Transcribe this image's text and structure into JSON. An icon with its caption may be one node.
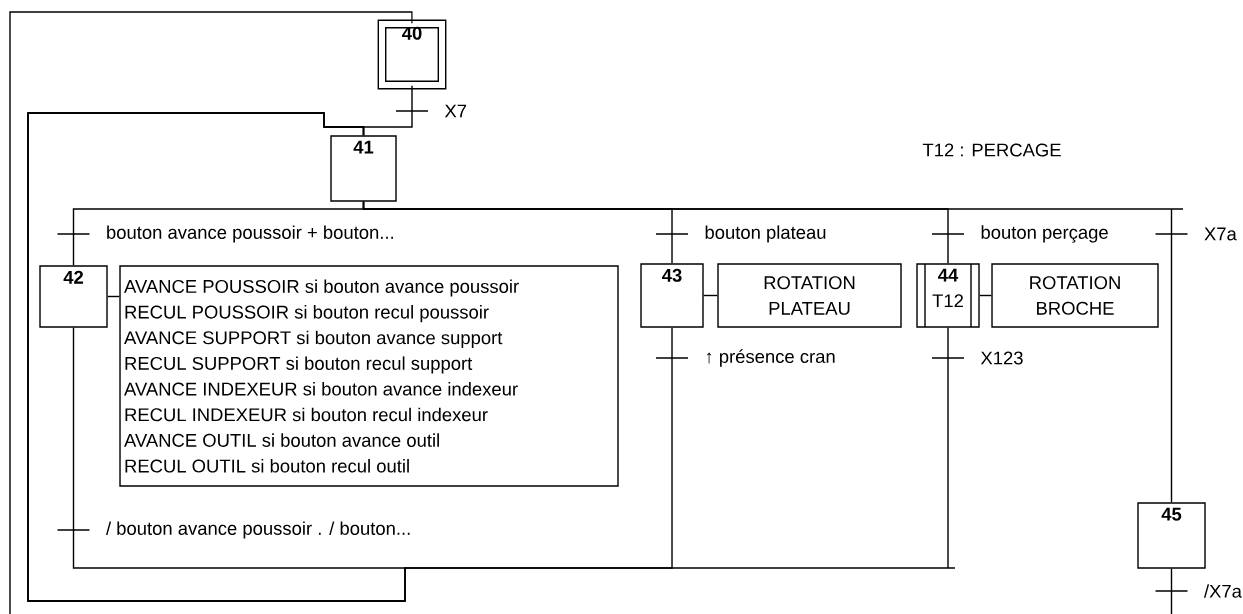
{
  "diagram": {
    "nodes": [
      {
        "text": [
          "40"
        ]
      },
      {
        "text": [
          "41"
        ]
      },
      {
        "text": [
          "42"
        ]
      },
      {
        "text": [
          "AVANCE POUSSOIR si bouton avance poussoir",
          "RECUL POUSSOIR si bouton recul poussoir",
          "AVANCE SUPPORT si bouton avance support",
          "RECUL SUPPORT si bouton recul support",
          "AVANCE INDEXEUR si bouton avance indexeur",
          "RECUL INDEXEUR si bouton recul indexeur",
          "AVANCE OUTIL si bouton avance outil",
          "RECUL OUTIL si bouton recul outil"
        ]
      },
      {
        "text": [
          "43"
        ]
      },
      {
        "text": [
          "ROTATION PLATEAU"
        ]
      },
      {
        "text": [
          "44",
          "T12"
        ]
      },
      {
        "text": [
          "ROTATION BROCHE"
        ]
      },
      {
        "text": [
          "45"
        ]
      }
    ],
    "edges": [
      {
        "from": null,
        "to": 0,
        "arrow": "none"
      },
      {
        "from": 0,
        "to": 1,
        "arrow": "none",
        "label": "X7"
      },
      {
        "from": 1,
        "to": 2,
        "arrow": "none",
        "label": "bouton avance poussoir + bouton..."
      },
      {
        "from": 1,
        "to": 4,
        "arrow": "none",
        "label": "bouton plateau"
      },
      {
        "from": 1,
        "to": 6,
        "arrow": "none",
        "label": "bouton perçage"
      },
      {
        "from": 1,
        "to": 8,
        "arrow": "none",
        "label": "X7a"
      },
      {
        "from": 2,
        "to": 1,
        "arrow": "none",
        "label": "/ bouton avance poussoir . / bouton..."
      },
      {
        "from": 4,
        "to": 1,
        "arrow": "none",
        "label": "↑ présence cran"
      },
      {
        "from": 6,
        "to": 1,
        "arrow": "none",
        "label": "X123"
      },
      {
        "from": 8,
        "to": null,
        "arrow": "none",
        "label": "/X7a"
      },
      {
        "from": 2,
        "to": 3,
        "arrow": "none"
      },
      {
        "from": 4,
        "to": 5,
        "arrow": "none"
      },
      {
        "from": 6,
        "to": 7,
        "arrow": "none"
      }
    ],
    "labels": [
      "T12 : PERCAGE"
    ]
  }
}
